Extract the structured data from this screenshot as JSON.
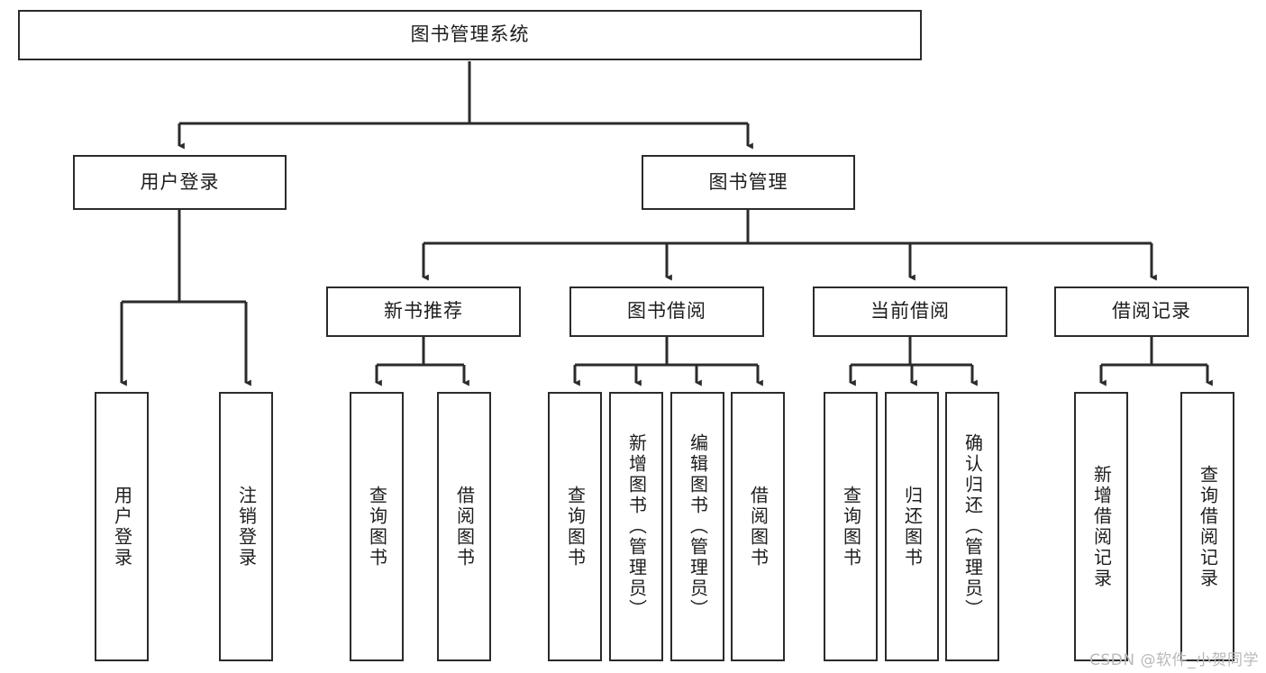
{
  "diagram": {
    "title": "图书管理系统",
    "type": "tree-hierarchy",
    "root": {
      "label": "图书管理系统"
    },
    "level2": [
      {
        "label": "用户登录"
      },
      {
        "label": "图书管理"
      }
    ],
    "level3": [
      {
        "label": "新书推荐",
        "parent": "图书管理"
      },
      {
        "label": "图书借阅",
        "parent": "图书管理"
      },
      {
        "label": "当前借阅",
        "parent": "图书管理"
      },
      {
        "label": "借阅记录",
        "parent": "图书管理"
      }
    ],
    "leaves": [
      {
        "label": "用户登录",
        "parent": "用户登录"
      },
      {
        "label": "注销登录",
        "parent": "用户登录"
      },
      {
        "label": "查询图书",
        "parent": "新书推荐"
      },
      {
        "label": "借阅图书",
        "parent": "新书推荐"
      },
      {
        "label": "查询图书",
        "parent": "图书借阅"
      },
      {
        "label": "新增图书（管理员）",
        "parent": "图书借阅"
      },
      {
        "label": "编辑图书（管理员）",
        "parent": "图书借阅"
      },
      {
        "label": "借阅图书",
        "parent": "图书借阅"
      },
      {
        "label": "查询图书",
        "parent": "当前借阅"
      },
      {
        "label": "归还图书",
        "parent": "当前借阅"
      },
      {
        "label": "确认归还（管理员）",
        "parent": "当前借阅"
      },
      {
        "label": "新增借阅记录",
        "parent": "借阅记录"
      },
      {
        "label": "查询借阅记录",
        "parent": "借阅记录"
      }
    ]
  },
  "watermark": {
    "text": "CSDN @软件_小贺同学"
  },
  "colors": {
    "stroke": "#2b2b2b",
    "fill": "#ffffff",
    "text": "#1d1d1d",
    "watermark": "#b9b9b9"
  }
}
